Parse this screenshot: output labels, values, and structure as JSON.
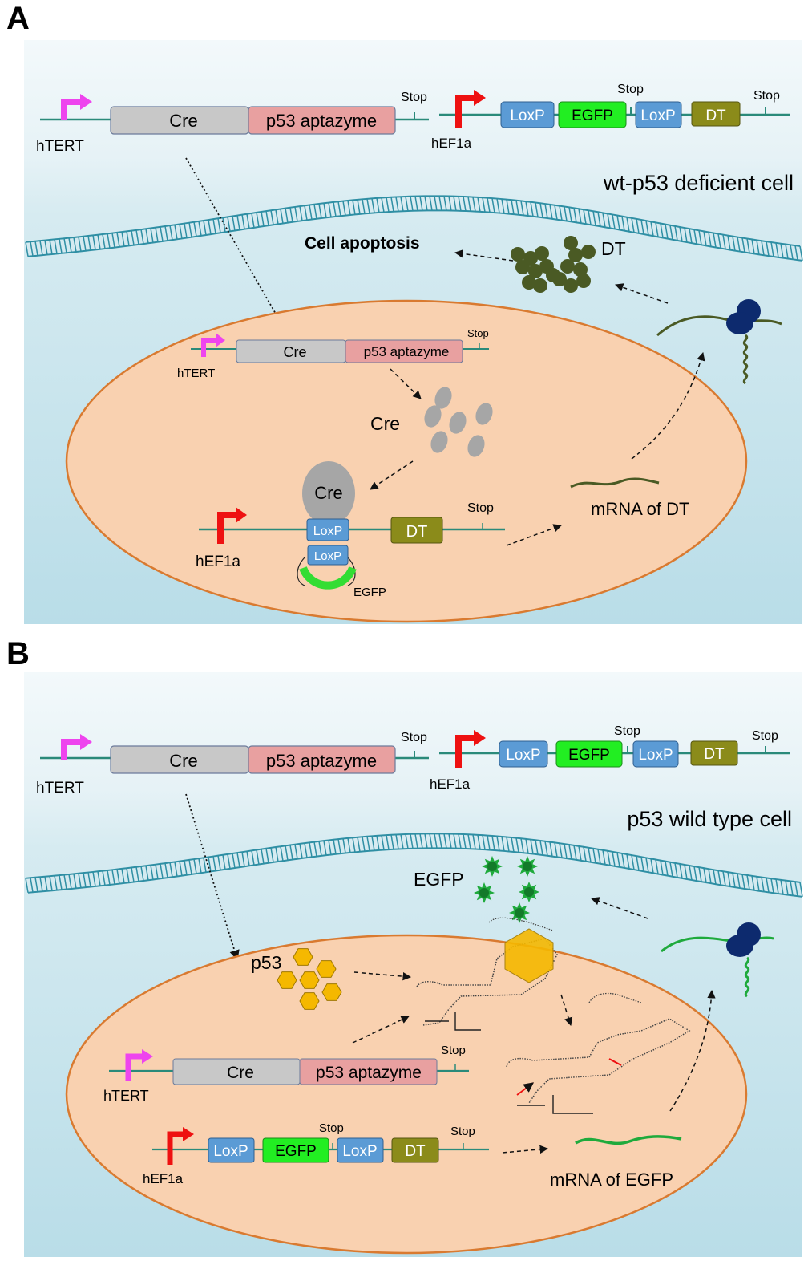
{
  "panelA": {
    "letter": "A",
    "cell_label": "wt-p53 deficient cell",
    "top_construct1": {
      "promoter": "hTERT",
      "gene1": "Cre",
      "gene2": "p53 aptazyme",
      "stop": "Stop"
    },
    "top_construct2": {
      "promoter": "hEF1a",
      "loxp1": "LoxP",
      "egfp": "EGFP",
      "loxp2": "LoxP",
      "dt": "DT",
      "stop_mid": "Stop",
      "stop_end": "Stop"
    },
    "apoptosis": "Cell apoptosis",
    "dt_protein": "DT",
    "nuc_construct": {
      "promoter": "hTERT",
      "gene1": "Cre",
      "gene2": "p53 aptazyme",
      "stop": "Stop"
    },
    "cre_protein": "Cre",
    "recomb": {
      "cre": "Cre",
      "loxp1": "LoxP",
      "loxp2": "LoxP",
      "egfp": "EGFP",
      "promoter": "hEF1a",
      "dt": "DT",
      "stop": "Stop"
    },
    "mrna_label": "mRNA of DT"
  },
  "panelB": {
    "letter": "B",
    "cell_label": "p53 wild type cell",
    "top_construct1": {
      "promoter": "hTERT",
      "gene1": "Cre",
      "gene2": "p53 aptazyme",
      "stop": "Stop"
    },
    "top_construct2": {
      "promoter": "hEF1a",
      "loxp1": "LoxP",
      "egfp": "EGFP",
      "loxp2": "LoxP",
      "dt": "DT",
      "stop_mid": "Stop",
      "stop_end": "Stop"
    },
    "egfp_protein": "EGFP",
    "p53_label": "p53",
    "nuc_construct1": {
      "promoter": "hTERT",
      "gene1": "Cre",
      "gene2": "p53 aptazyme",
      "stop": "Stop"
    },
    "nuc_construct2": {
      "promoter": "hEF1a",
      "loxp1": "LoxP",
      "egfp": "EGFP",
      "loxp2": "LoxP",
      "dt": "DT",
      "stop_mid": "Stop",
      "stop_end": "Stop"
    },
    "mrna_label": "mRNA of EGFP"
  },
  "colors": {
    "membrane": "#2f8fa4",
    "nucleus_fill": "#f9d1b0",
    "nucleus_stroke": "#d97a30",
    "cre_box": "#c8c8c8",
    "aptazyme_box": "#e8a0a0",
    "loxp_box": "#5b9bd5",
    "egfp_box": "#22ee22",
    "dt_box": "#8b8b1a",
    "dt_protein": "#4a5a24",
    "ribosome": "#0d2a6e",
    "egfp_protein": "#1faa3c",
    "p53_hex": "#f5b800",
    "promoter_hTERT": "#ee44ee",
    "promoter_hEF1a": "#ee1111"
  }
}
